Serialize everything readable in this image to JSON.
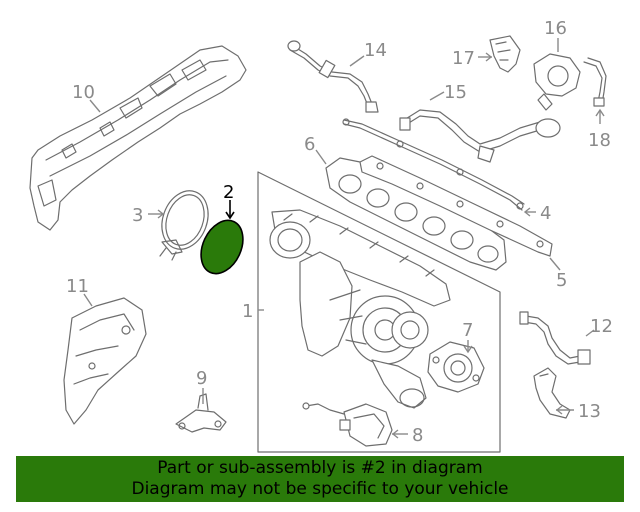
{
  "callouts": {
    "c1": "1",
    "c2": "2",
    "c3": "3",
    "c4": "4",
    "c5": "5",
    "c6": "6",
    "c7": "7",
    "c8": "8",
    "c9": "9",
    "c10": "10",
    "c11": "11",
    "c12": "12",
    "c13": "13",
    "c14": "14",
    "c15": "15",
    "c16": "16",
    "c17": "17",
    "c18": "18"
  },
  "highlight_color": "#2a7a0a",
  "banner": {
    "line1": "Part or sub-assembly is #2 in diagram",
    "line2": "Diagram may not be specific to your vehicle"
  }
}
